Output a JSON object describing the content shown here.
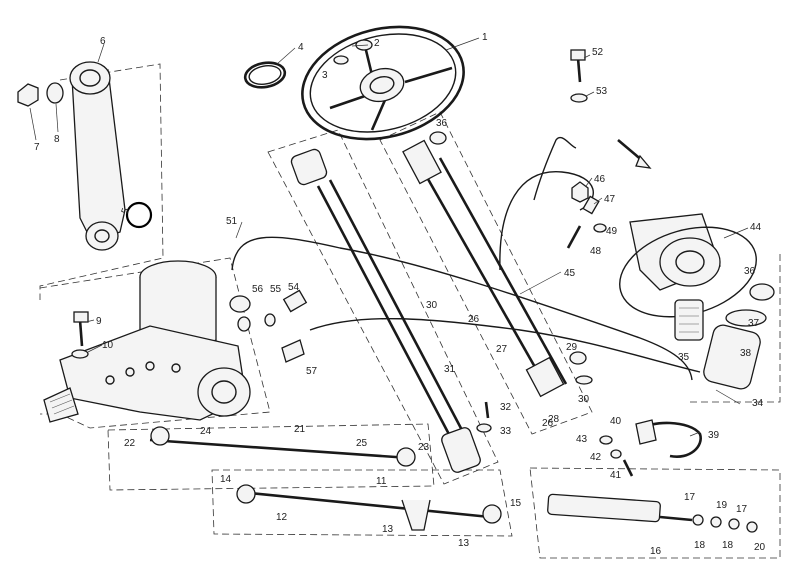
{
  "labels": [
    {
      "text": "1"
    },
    {
      "text": "2"
    },
    {
      "text": "3"
    },
    {
      "text": "4"
    },
    {
      "text": "5"
    },
    {
      "text": "6"
    },
    {
      "text": "7"
    },
    {
      "text": "8"
    },
    {
      "text": "9"
    },
    {
      "text": "10"
    },
    {
      "text": "11"
    },
    {
      "text": "12"
    },
    {
      "text": "13"
    },
    {
      "text": "13"
    },
    {
      "text": "14"
    },
    {
      "text": "15"
    },
    {
      "text": "16"
    },
    {
      "text": "17"
    },
    {
      "text": "17"
    },
    {
      "text": "18"
    },
    {
      "text": "18"
    },
    {
      "text": "19"
    },
    {
      "text": "20"
    },
    {
      "text": "21"
    },
    {
      "text": "22"
    },
    {
      "text": "23"
    },
    {
      "text": "24"
    },
    {
      "text": "25"
    },
    {
      "text": "26"
    },
    {
      "text": "26"
    },
    {
      "text": "27"
    },
    {
      "text": "28"
    },
    {
      "text": "29"
    },
    {
      "text": "30"
    },
    {
      "text": "30"
    },
    {
      "text": "31"
    },
    {
      "text": "32"
    },
    {
      "text": "33"
    },
    {
      "text": "34"
    },
    {
      "text": "35"
    },
    {
      "text": "36"
    },
    {
      "text": "36"
    },
    {
      "text": "37"
    },
    {
      "text": "38"
    },
    {
      "text": "39"
    },
    {
      "text": "40"
    },
    {
      "text": "41"
    },
    {
      "text": "42"
    },
    {
      "text": "43"
    },
    {
      "text": "44"
    },
    {
      "text": "45"
    },
    {
      "text": "46"
    },
    {
      "text": "47"
    },
    {
      "text": "48"
    },
    {
      "text": "49"
    },
    {
      "text": "51"
    },
    {
      "text": "52"
    },
    {
      "text": "53"
    },
    {
      "text": "54"
    },
    {
      "text": "55"
    },
    {
      "text": "56"
    },
    {
      "text": "57"
    }
  ]
}
